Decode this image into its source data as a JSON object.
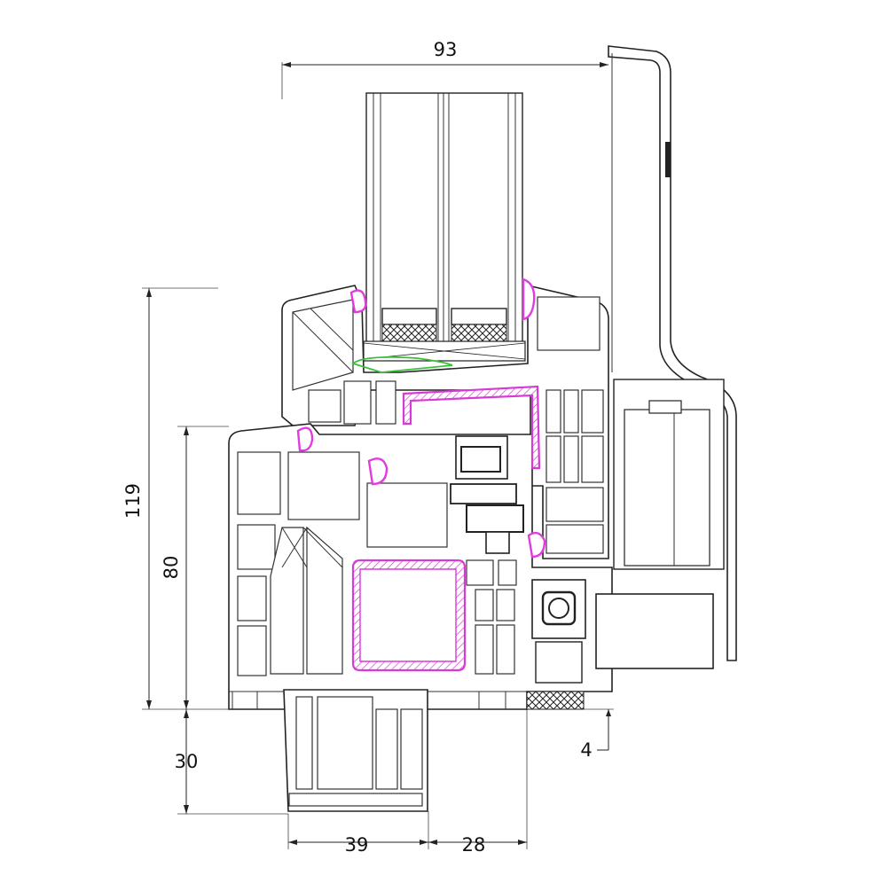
{
  "dimensions": {
    "overall_width": "93",
    "total_height": "119",
    "frame_height": "80",
    "bottom_extension": "30",
    "width_left": "39",
    "width_right": "28",
    "offset": "4"
  },
  "colors": {
    "line": "#222222",
    "steel_reinforcement": "#d63bd6",
    "gasket": "#e23be2",
    "glazing_seal": "#3bbf3b"
  }
}
